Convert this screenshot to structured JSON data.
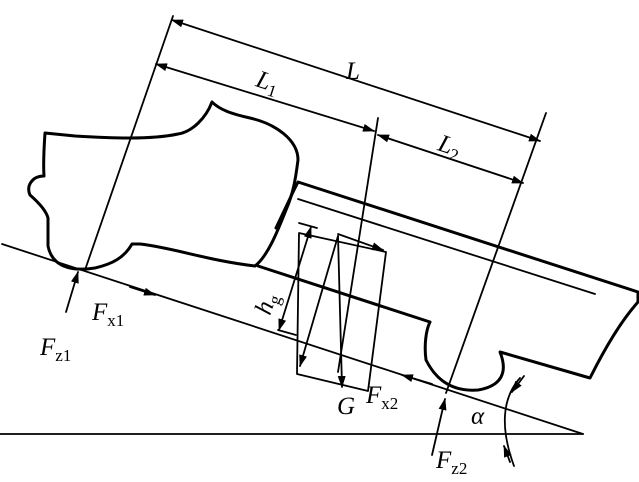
{
  "labels": {
    "L": "L",
    "L1_main": "L",
    "L1_sub": "1",
    "L2_main": "L",
    "L2_sub": "2",
    "hg_main": "h",
    "hg_sub": "g",
    "Fx1_main": "F",
    "Fx1_sub": "x1",
    "Fz1_main": "F",
    "Fz1_sub": "z1",
    "Fx2_main": "F",
    "Fx2_sub": "x2",
    "Fz2_main": "F",
    "Fz2_sub": "z2",
    "G": "G",
    "alpha": "α"
  }
}
